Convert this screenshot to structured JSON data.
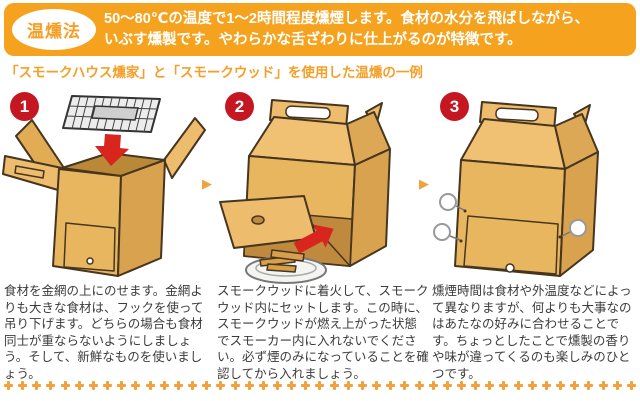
{
  "header": {
    "badge": "温燻法",
    "line1": "50〜80℃の温度で1〜2時間程度燻煙します。食材の水分を飛ばしながら、",
    "line2": "いぶす燻製です。やわらかな舌ざわりに仕上がるのが特徴です。"
  },
  "subtitle": {
    "text": "「スモークハウス燻家」と「スモークウッド」を使用した温燻の一例"
  },
  "steps": [
    {
      "number": "1",
      "illustration": "cardboard-smoker-open-top-with-wire-grill-and-down-arrow",
      "description": "食材を金網の上にのせます。金網よりも大きな食材は、フックを使って吊り下げます。どちらの場合も食材同士が重ならないようにしましょう。そして、新鮮なものを使いましょう。"
    },
    {
      "number": "2",
      "illustration": "cardboard-smoker-closed-top-open-door-with-smoke-wood-plate",
      "description": "スモークウッドに着火して、スモークウッド内にセットします。この時に、スモークウッドが燃え上がった状態でスモーカー内に入れないでください。必ず煙のみになっていることを確認してから入れましょう。"
    },
    {
      "number": "3",
      "illustration": "cardboard-smoker-fully-closed-smoking",
      "description": "燻煙時間は食材や外温度などによって異なりますが、何よりも大事なのはあたなの好みに合わせることです。ちょっとしたことで燻製の香りや味が違ってくるのも楽しみのひとつです。"
    }
  ],
  "arrows": {
    "symbol": "▶"
  },
  "decor": {
    "sparkle_count": 45
  },
  "colors": {
    "header_orange": "#F5A21F",
    "accent_orange_text": "#F59F28",
    "badge_red": "#C51722",
    "arrow_red": "#D8251E",
    "sparkle_orange": "#F2A23C",
    "cardboard": "#E9B660"
  }
}
